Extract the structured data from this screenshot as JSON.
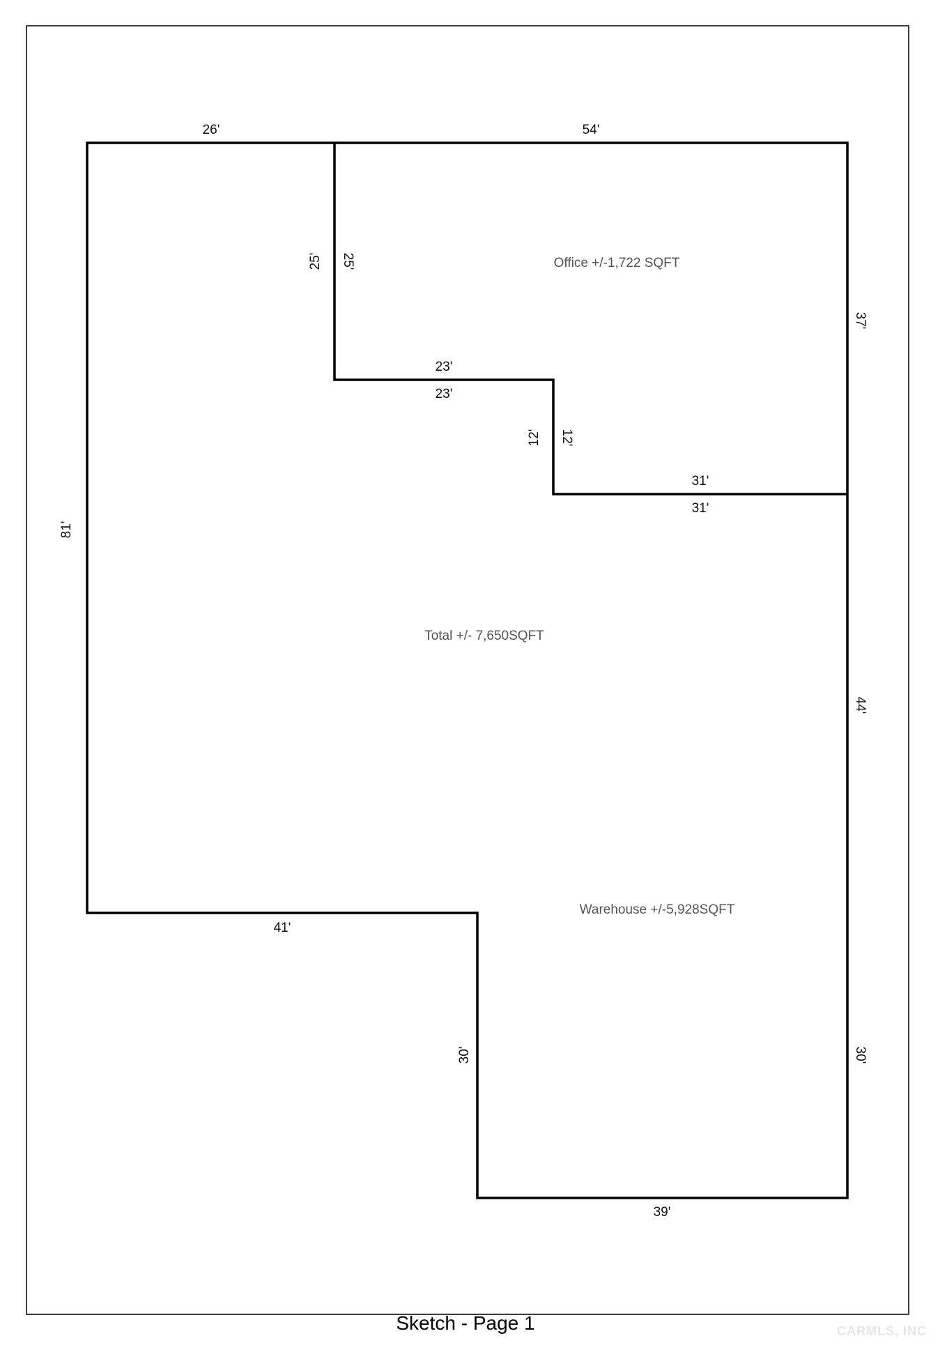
{
  "sketch": {
    "caption": "Sketch - Page 1",
    "watermark": "CARMLS, INC",
    "areas": {
      "office": "Office +/-1,722 SQFT",
      "total": "Total +/- 7,650SQFT",
      "warehouse": "Warehouse +/-5,928SQFT"
    },
    "dimensions": {
      "top_left": "26'",
      "top_right": "54'",
      "office_left_outer": "25'",
      "office_left_inner": "25'",
      "office_step_top": "23'",
      "office_step_bottom": "23'",
      "office_riser_outer": "12'",
      "office_riser_inner": "12'",
      "office_lower_top": "31'",
      "office_lower_bottom": "31'",
      "right_upper": "37'",
      "left_side": "81'",
      "right_middle": "44'",
      "bottom_left": "41'",
      "inner_vertical": "30'",
      "right_lower": "30'",
      "bottom_right": "39'"
    }
  }
}
